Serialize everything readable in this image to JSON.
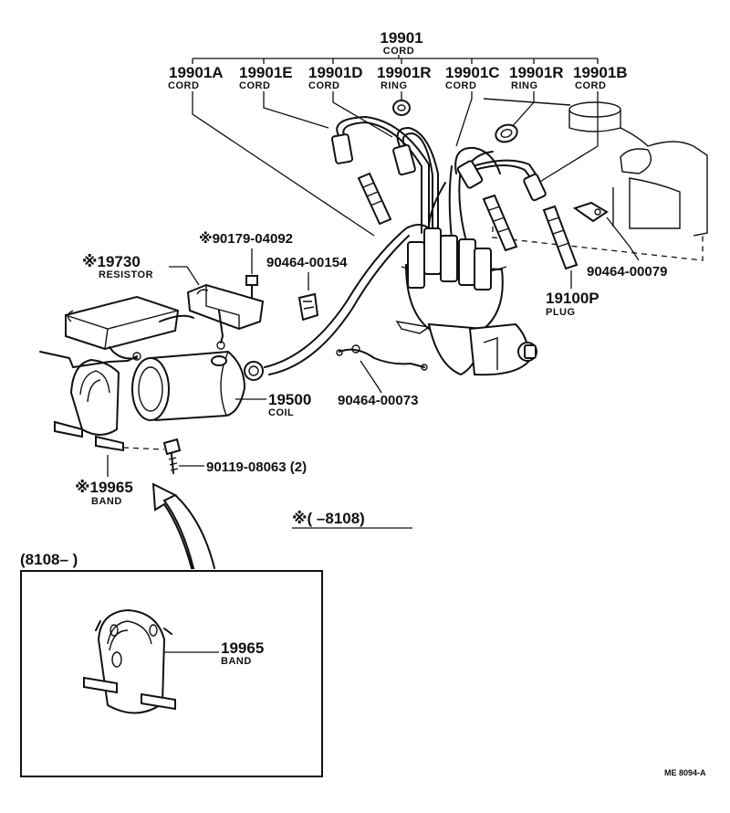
{
  "top_group": {
    "number": "19901",
    "name": "CORD"
  },
  "cords": [
    {
      "number": "19901A",
      "name": "CORD"
    },
    {
      "number": "19901E",
      "name": "CORD"
    },
    {
      "number": "19901D",
      "name": "CORD"
    },
    {
      "number": "19901R",
      "name": "RING"
    },
    {
      "number": "19901C",
      "name": "CORD"
    },
    {
      "number": "19901R",
      "name": "RING"
    },
    {
      "number": "19901B",
      "name": "CORD"
    }
  ],
  "parts": {
    "resistor": {
      "number": "※19730",
      "name": "RESISTOR"
    },
    "screw_top": {
      "number": "※90179-04092"
    },
    "clip_a": {
      "number": "90464-00154"
    },
    "clip_b": {
      "number": "90464-00079"
    },
    "plug": {
      "number": "19100P",
      "name": "PLUG"
    },
    "coil": {
      "number": "19500",
      "name": "COIL"
    },
    "clamp": {
      "number": "90464-00073"
    },
    "bolt": {
      "number": "90119-08063 (2)"
    },
    "band": {
      "number": "※19965",
      "name": "BAND"
    }
  },
  "applicability": "※(        –8108)",
  "inset": {
    "label": "(8108–        )",
    "band": {
      "number": "19965",
      "name": "BAND"
    }
  },
  "footer": "ME  8094-A"
}
